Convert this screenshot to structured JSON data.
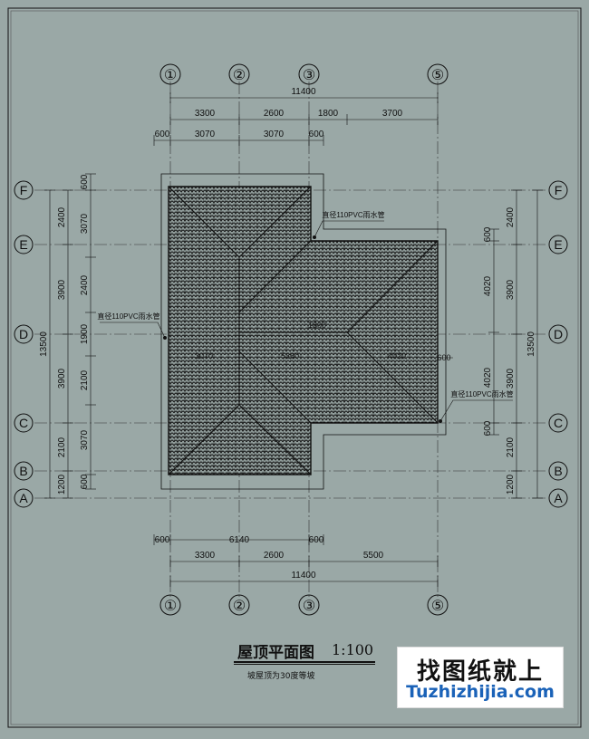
{
  "axes": {
    "vertical": [
      {
        "label": "①"
      },
      {
        "label": "②"
      },
      {
        "label": "③"
      },
      {
        "label": "⑤"
      }
    ],
    "horizontal": [
      {
        "label": "F"
      },
      {
        "label": "E"
      },
      {
        "label": "D"
      },
      {
        "label": "C"
      },
      {
        "label": "B"
      },
      {
        "label": "A"
      }
    ]
  },
  "dimensions": {
    "top_total": "11400",
    "top_row1": [
      "3300",
      "2600",
      "1800",
      "3700"
    ],
    "top_row2": [
      "600",
      "3070",
      "3070",
      "600"
    ],
    "bottom_row1": [
      "600",
      "6140",
      "600"
    ],
    "bottom_row2": [
      "3300",
      "2600",
      "5500"
    ],
    "bottom_total": "11400",
    "left_total": "13500",
    "left_outer": [
      "2400",
      "3900",
      "3900",
      "2100",
      "1200"
    ],
    "left_inner": [
      "600",
      "3070",
      "2400",
      "1900",
      "2100",
      "3070",
      "600"
    ],
    "right_total": "13500",
    "right_outer": [
      "2400",
      "3900",
      "3900",
      "2100",
      "1200"
    ],
    "right_inner": [
      "600",
      "4020",
      "4020",
      "600"
    ]
  },
  "annotations": {
    "pipe_top": "直径110PVC雨水管",
    "pipe_left": "直径110PVC雨水管",
    "pipe_right": "直径110PVC雨水管",
    "ridge_mid": "1800",
    "ridge_left": "3070",
    "ridge_right": "4020",
    "roof_center": "5360",
    "right_offset": "600"
  },
  "title": "屋顶平面图",
  "scale": "1:100",
  "subtitle": "坡屋顶为30度等坡",
  "watermark": {
    "cn": "找图纸就上",
    "url": "Tuzhizhijia.com"
  }
}
